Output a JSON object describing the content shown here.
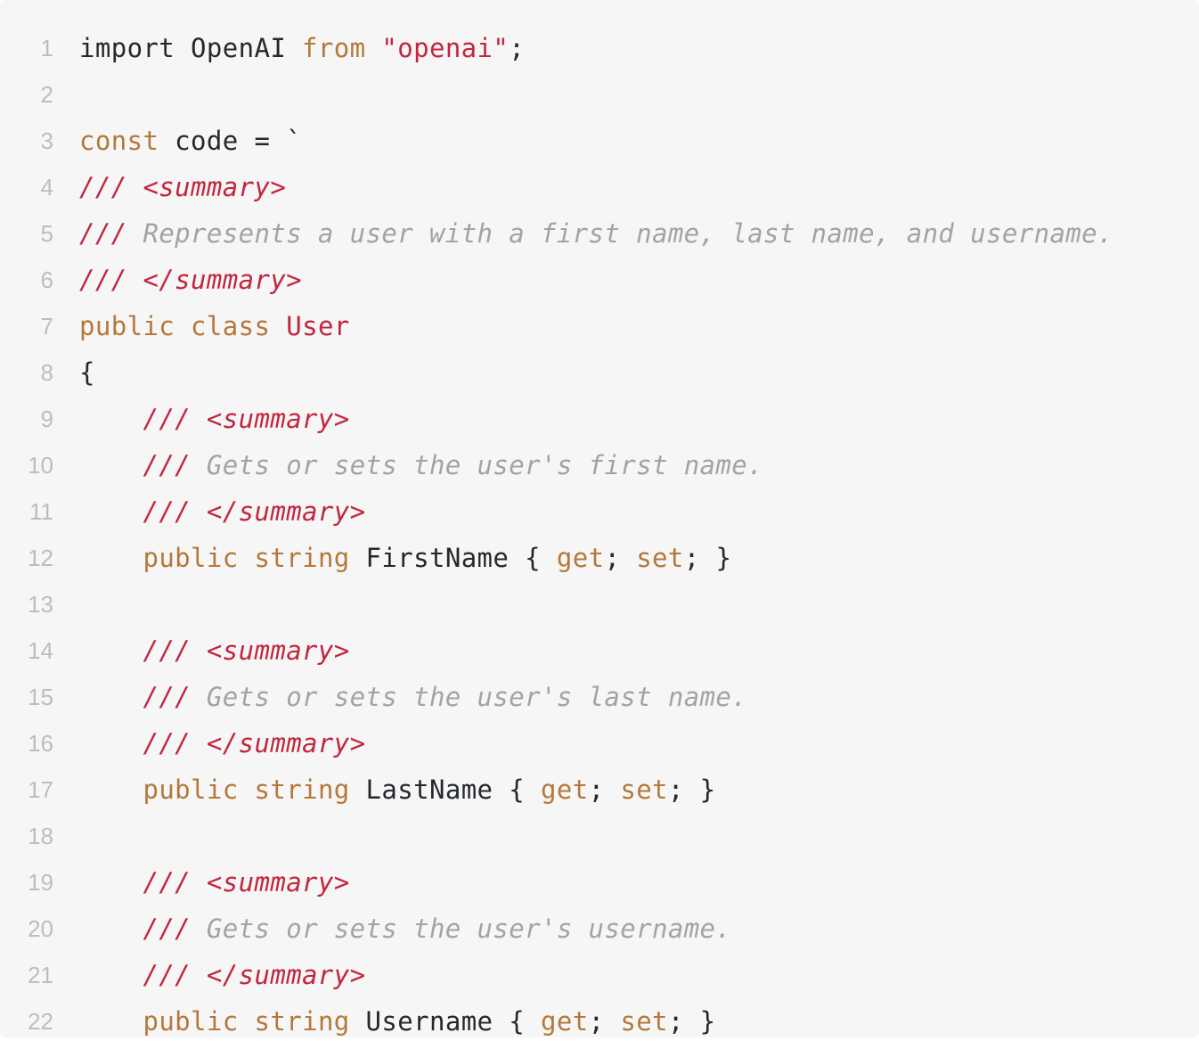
{
  "editor": {
    "lines": [
      {
        "number": "1",
        "tokens": [
          {
            "text": "import OpenAI ",
            "type": "plain"
          },
          {
            "text": "from",
            "type": "kw"
          },
          {
            "text": " ",
            "type": "plain"
          },
          {
            "text": "\"openai\"",
            "type": "str"
          },
          {
            "text": ";",
            "type": "plain"
          }
        ]
      },
      {
        "number": "2",
        "tokens": []
      },
      {
        "number": "3",
        "tokens": [
          {
            "text": "const",
            "type": "kw"
          },
          {
            "text": " code = `",
            "type": "plain"
          }
        ]
      },
      {
        "number": "4",
        "tokens": [
          {
            "text": "/// <summary>",
            "type": "doc"
          }
        ]
      },
      {
        "number": "5",
        "tokens": [
          {
            "text": "/// ",
            "type": "doc"
          },
          {
            "text": "Represents a user with a first name, last name, and username.",
            "type": "cm"
          }
        ]
      },
      {
        "number": "6",
        "tokens": [
          {
            "text": "/// </summary>",
            "type": "doc"
          }
        ]
      },
      {
        "number": "7",
        "tokens": [
          {
            "text": "public",
            "type": "kw"
          },
          {
            "text": " ",
            "type": "plain"
          },
          {
            "text": "class",
            "type": "kw"
          },
          {
            "text": " ",
            "type": "plain"
          },
          {
            "text": "User",
            "type": "cls"
          }
        ]
      },
      {
        "number": "8",
        "tokens": [
          {
            "text": "{",
            "type": "plain"
          }
        ]
      },
      {
        "number": "9",
        "tokens": [
          {
            "text": "    ",
            "type": "plain"
          },
          {
            "text": "/// <summary>",
            "type": "doc"
          }
        ]
      },
      {
        "number": "10",
        "tokens": [
          {
            "text": "    ",
            "type": "plain"
          },
          {
            "text": "/// ",
            "type": "doc"
          },
          {
            "text": "Gets or sets the user's first name.",
            "type": "cm"
          }
        ]
      },
      {
        "number": "11",
        "tokens": [
          {
            "text": "    ",
            "type": "plain"
          },
          {
            "text": "/// </summary>",
            "type": "doc"
          }
        ]
      },
      {
        "number": "12",
        "tokens": [
          {
            "text": "    ",
            "type": "plain"
          },
          {
            "text": "public",
            "type": "kw"
          },
          {
            "text": " ",
            "type": "plain"
          },
          {
            "text": "string",
            "type": "kw"
          },
          {
            "text": " FirstName { ",
            "type": "plain"
          },
          {
            "text": "get",
            "type": "kw"
          },
          {
            "text": "; ",
            "type": "plain"
          },
          {
            "text": "set",
            "type": "kw"
          },
          {
            "text": "; }",
            "type": "plain"
          }
        ]
      },
      {
        "number": "13",
        "tokens": []
      },
      {
        "number": "14",
        "tokens": [
          {
            "text": "    ",
            "type": "plain"
          },
          {
            "text": "/// <summary>",
            "type": "doc"
          }
        ]
      },
      {
        "number": "15",
        "tokens": [
          {
            "text": "    ",
            "type": "plain"
          },
          {
            "text": "/// ",
            "type": "doc"
          },
          {
            "text": "Gets or sets the user's last name.",
            "type": "cm"
          }
        ]
      },
      {
        "number": "16",
        "tokens": [
          {
            "text": "    ",
            "type": "plain"
          },
          {
            "text": "/// </summary>",
            "type": "doc"
          }
        ]
      },
      {
        "number": "17",
        "tokens": [
          {
            "text": "    ",
            "type": "plain"
          },
          {
            "text": "public",
            "type": "kw"
          },
          {
            "text": " ",
            "type": "plain"
          },
          {
            "text": "string",
            "type": "kw"
          },
          {
            "text": " LastName { ",
            "type": "plain"
          },
          {
            "text": "get",
            "type": "kw"
          },
          {
            "text": "; ",
            "type": "plain"
          },
          {
            "text": "set",
            "type": "kw"
          },
          {
            "text": "; }",
            "type": "plain"
          }
        ]
      },
      {
        "number": "18",
        "tokens": []
      },
      {
        "number": "19",
        "tokens": [
          {
            "text": "    ",
            "type": "plain"
          },
          {
            "text": "/// <summary>",
            "type": "doc"
          }
        ]
      },
      {
        "number": "20",
        "tokens": [
          {
            "text": "    ",
            "type": "plain"
          },
          {
            "text": "/// ",
            "type": "doc"
          },
          {
            "text": "Gets or sets the user's username.",
            "type": "cm"
          }
        ]
      },
      {
        "number": "21",
        "tokens": [
          {
            "text": "    ",
            "type": "plain"
          },
          {
            "text": "/// </summary>",
            "type": "doc"
          }
        ]
      },
      {
        "number": "22",
        "tokens": [
          {
            "text": "    ",
            "type": "plain"
          },
          {
            "text": "public",
            "type": "kw"
          },
          {
            "text": " ",
            "type": "plain"
          },
          {
            "text": "string",
            "type": "kw"
          },
          {
            "text": " Username { ",
            "type": "plain"
          },
          {
            "text": "get",
            "type": "kw"
          },
          {
            "text": "; ",
            "type": "plain"
          },
          {
            "text": "set",
            "type": "kw"
          },
          {
            "text": "; }",
            "type": "plain"
          }
        ]
      }
    ]
  },
  "colors": {
    "background": "#f6f6f6",
    "line_number": "#bdbdbd",
    "keyword": "#b5783b",
    "string": "#c2263e",
    "doc_comment": "#c2263e",
    "comment_text": "#a3a3a3",
    "plain": "#24292e"
  }
}
